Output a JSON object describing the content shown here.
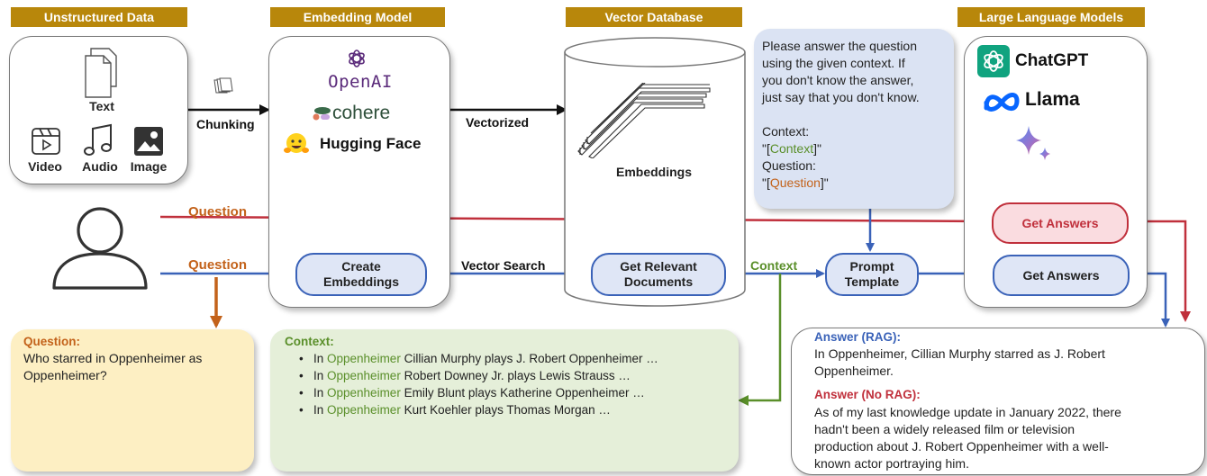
{
  "headers": {
    "unstructured": "Unstructured Data",
    "embedding": "Embedding Model",
    "vectordb": "Vector Database",
    "llm": "Large Language Models"
  },
  "unstructured": {
    "text": "Text",
    "video": "Video",
    "audio": "Audio",
    "image": "Image"
  },
  "embedding_models": {
    "openai": "OpenAI",
    "cohere": "cohere",
    "huggingface": "Hugging Face"
  },
  "flow": {
    "chunking": "Chunking",
    "vectorized": "Vectorized",
    "embeddings": "Embeddings",
    "question_top": "Question",
    "question_bottom": "Question",
    "vector_search": "Vector Search",
    "context": "Context"
  },
  "prompt": {
    "line1": "Please answer the question",
    "line2": "using the given context. If",
    "line3": "you don't know the answer,",
    "line4": "just say that you don't know.",
    "context_label": "Context:",
    "q_open": "\"[",
    "context_var": "Context",
    "q_close": "]\"",
    "question_label": "Question:",
    "question_var": "Question"
  },
  "llms": {
    "chatgpt": "ChatGPT",
    "llama": "Llama"
  },
  "pills": {
    "create_embeddings_1": "Create",
    "create_embeddings_2": "Embeddings",
    "get_docs_1": "Get Relevant",
    "get_docs_2": "Documents",
    "prompt_template_1": "Prompt",
    "prompt_template_2": "Template",
    "get_answers_top": "Get Answers",
    "get_answers_bottom": "Get Answers"
  },
  "question_card": {
    "title": "Question:",
    "line1": "Who starred in Oppenheimer as",
    "line2": "Oppenheimer?"
  },
  "context_card": {
    "title": "Context:",
    "items": [
      {
        "pre": "In ",
        "movie": "Oppenheimer",
        "text": " Cillian Murphy plays J. Robert Oppenheimer …"
      },
      {
        "pre": "In ",
        "movie": "Oppenheimer",
        "text": " Robert Downey Jr. plays Lewis Strauss …"
      },
      {
        "pre": "In ",
        "movie": "Oppenheimer",
        "text": " Emily Blunt plays Katherine Oppenheimer …"
      },
      {
        "pre": "In ",
        "movie": "Oppenheimer",
        "text": " Kurt Koehler plays Thomas Morgan …"
      }
    ]
  },
  "answer_card": {
    "rag_title": "Answer (RAG):",
    "rag_line1": "In Oppenheimer, Cillian Murphy starred as J. Robert",
    "rag_line2": "Oppenheimer.",
    "norag_title": "Answer (No RAG):",
    "norag_line1": "As of my last knowledge update in January 2022, there",
    "norag_line2": "hadn't been a widely released film or television",
    "norag_line3": "production about J. Robert Oppenheimer with a well-",
    "norag_line4": "known actor portraying him."
  },
  "colors": {
    "header": "#b8870b",
    "blue_flow": "#3a62b8",
    "red_flow": "#c0303c",
    "orange": "#c3621a",
    "green": "#5a8f2a",
    "prompt_bg": "#dbe3f3",
    "question_bg": "#fdefc3",
    "context_bg": "#e5efd9"
  }
}
